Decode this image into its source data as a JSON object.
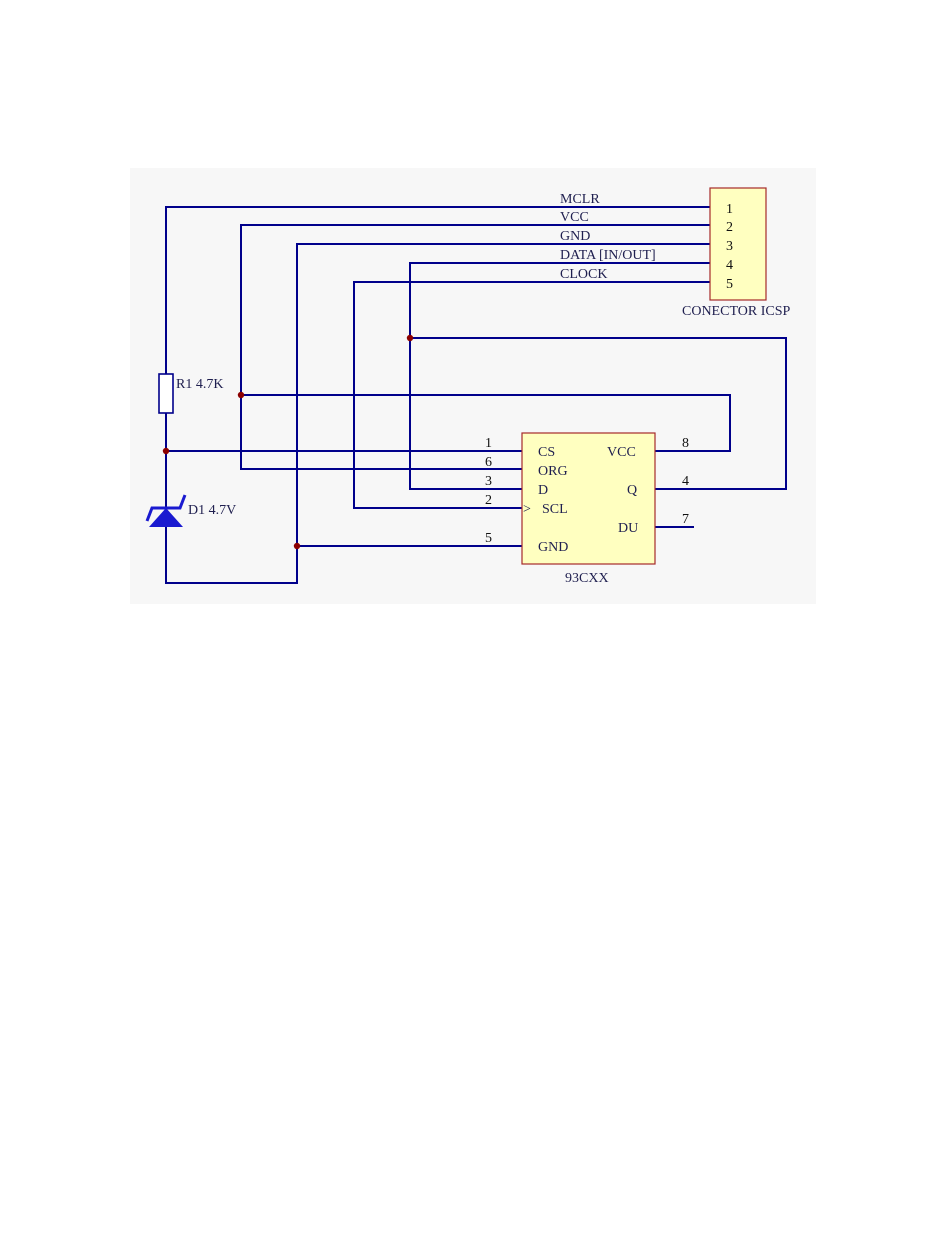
{
  "colors": {
    "wire": "#00008b",
    "component_fill": "#ffffc0",
    "component_border": "#a52a2a",
    "junction": "#8b0000",
    "zener_diode": "#1a1ad0",
    "panel_background": "#f7f7f7",
    "text": "#1f1f4f"
  },
  "connector": {
    "name": "CONECTOR ICSP",
    "pins": [
      "1",
      "2",
      "3",
      "4",
      "5"
    ],
    "signals": [
      "MCLR",
      "VCC",
      "GND",
      "DATA [IN/OUT]",
      "CLOCK"
    ]
  },
  "resistor": {
    "label": "R1 4.7K",
    "icon": "resistor-icon"
  },
  "diode": {
    "label": "D1 4.7V",
    "icon": "zener-diode-icon"
  },
  "chip": {
    "name": "93CXX",
    "left_pins": [
      {
        "num": "1",
        "name": "CS"
      },
      {
        "num": "6",
        "name": "ORG"
      },
      {
        "num": "3",
        "name": "D"
      },
      {
        "num": "2",
        "name": "SCL"
      },
      {
        "num": "5",
        "name": "GND"
      }
    ],
    "right_pins": [
      {
        "num": "8",
        "name": "VCC"
      },
      {
        "num": "4",
        "name": "Q"
      },
      {
        "num": "7",
        "name": "DU"
      }
    ],
    "clock_marker": ">"
  }
}
